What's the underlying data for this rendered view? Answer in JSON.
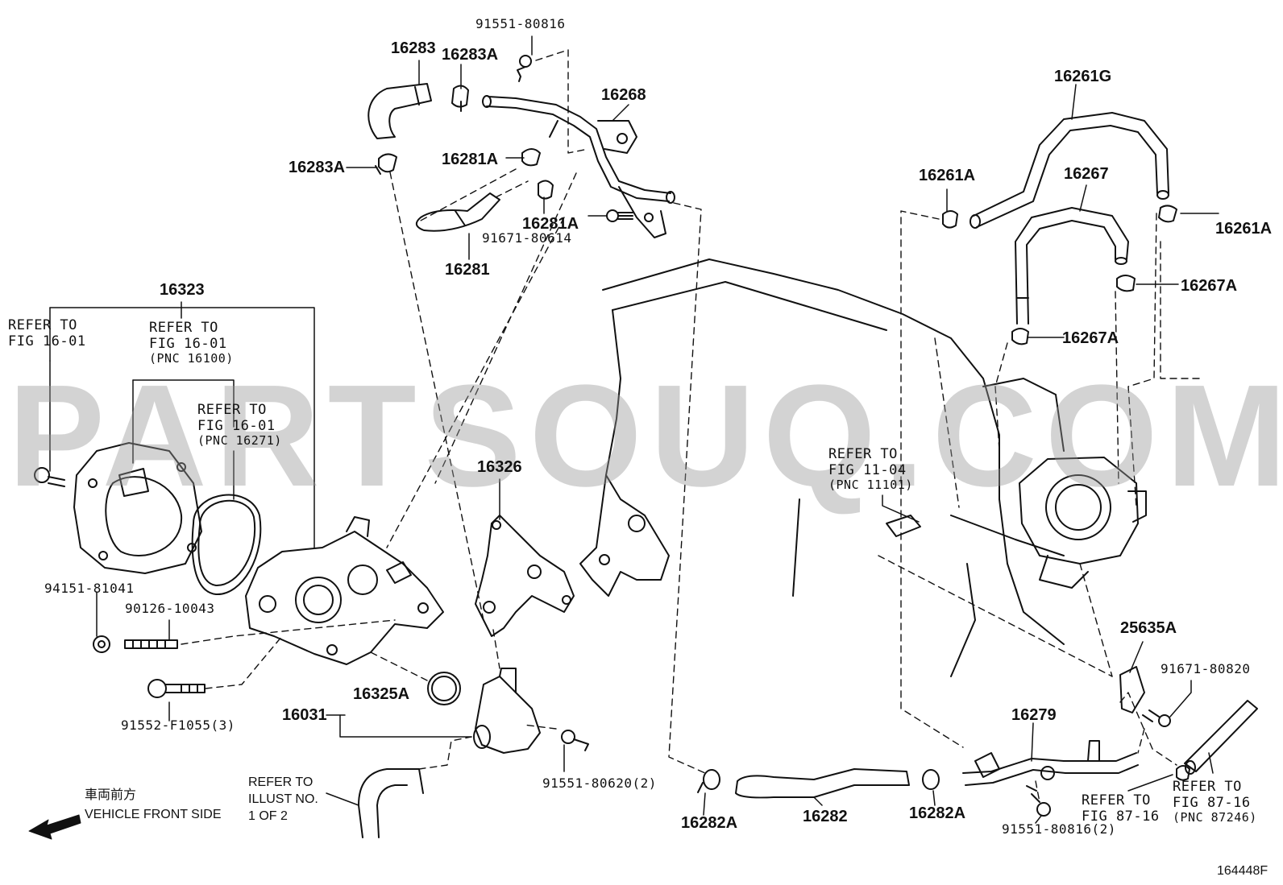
{
  "watermark": "PARTSOUQ.COM",
  "diagram_id": "164448F",
  "direction": {
    "jp": "車両前方",
    "en": "VEHICLE FRONT SIDE"
  },
  "labels": {
    "p_91551_80816_top": "91551-80816",
    "p_16283": "16283",
    "p_16283A_top": "16283A",
    "p_16268": "16268",
    "p_16283A_left": "16283A",
    "p_16281A_a": "16281A",
    "p_16281A_b": "16281A",
    "p_91671_80614": "91671-80614",
    "p_16281": "16281",
    "p_16261G": "16261G",
    "p_16261A_left": "16261A",
    "p_16267": "16267",
    "p_16261A_right": "16261A",
    "p_16267A_right": "16267A",
    "p_16267A_mid": "16267A",
    "p_16323": "16323",
    "p_16326": "16326",
    "p_94151_81041": "94151-81041",
    "p_90126_10043": "90126-10043",
    "p_91552_F1055": "91552-F1055(3)",
    "p_16031": "16031",
    "p_16325A": "16325A",
    "p_91551_80620": "91551-80620(2)",
    "p_25635A": "25635A",
    "p_91671_80820": "91671-80820",
    "p_16279": "16279",
    "p_16282A_left": "16282A",
    "p_16282": "16282",
    "p_16282A_right": "16282A",
    "p_91551_80816_bottom": "91551-80816(2)"
  },
  "refs": {
    "ref_a": {
      "l1": "REFER TO",
      "l2": "FIG 16-01"
    },
    "ref_b": {
      "l1": "REFER TO",
      "l2": "FIG 16-01",
      "l3": "(PNC 16100)"
    },
    "ref_c": {
      "l1": "REFER TO",
      "l2": "FIG 16-01",
      "l3": "(PNC 16271)"
    },
    "ref_d": {
      "l1": "REFER TO",
      "l2": "FIG 11-04",
      "l3": "(PNC 11101)"
    },
    "ref_e": {
      "l1": "REFER TO",
      "l2": "ILLUST NO.",
      "l3": "1 OF 2"
    },
    "ref_f": {
      "l1": "REFER TO",
      "l2": "FIG 87-16"
    },
    "ref_g": {
      "l1": "REFER TO",
      "l2": "FIG 87-16",
      "l3": "(PNC 87246)"
    }
  }
}
